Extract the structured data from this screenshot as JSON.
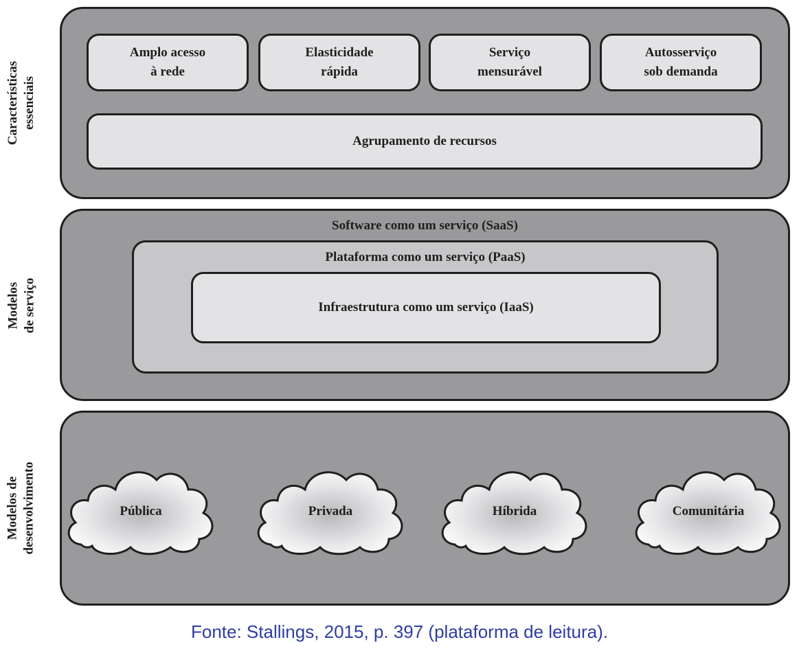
{
  "side_labels": {
    "essential": [
      "Características",
      "essenciais"
    ],
    "service": [
      "Modelos",
      "de serviço"
    ],
    "deployment": [
      "Modelos de",
      "desenvolvimento"
    ]
  },
  "essential": {
    "items": [
      [
        "Amplo acesso",
        "à rede"
      ],
      [
        "Elasticidade",
        "rápida"
      ],
      [
        "Serviço",
        "mensurável"
      ],
      [
        "Autosserviço",
        "sob demanda"
      ]
    ],
    "pooling": "Agrupamento de recursos"
  },
  "service": {
    "saas": "Software como um serviço (SaaS)",
    "paas": "Plataforma como um serviço (PaaS)",
    "iaas": "Infraestrutura como um serviço (IaaS)"
  },
  "deployment": {
    "clouds": [
      "Pública",
      "Privada",
      "Híbrida",
      "Comunitária"
    ]
  },
  "caption": "Fonte: Stallings, 2015, p. 397 (plataforma de leitura).",
  "colors": {
    "panel": "#9a9a9c",
    "box": "#e3e3e5",
    "paas_box": "#c7c7c9",
    "caption": "#2f3ca5"
  }
}
